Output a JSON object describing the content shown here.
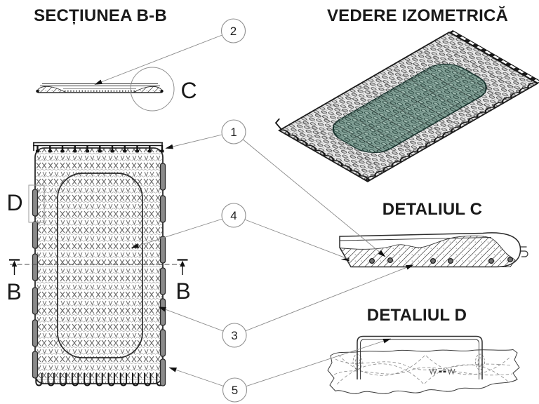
{
  "titles": {
    "section": "SECȚIUNEA B-B",
    "isometric": "VEDERE IZOMETRICĂ",
    "detail_c": "DETALIUL C",
    "detail_d": "DETALIUL D"
  },
  "labels": {
    "detail_circle": "C",
    "detail_box": "D",
    "section_mark_left": "B",
    "section_mark_right": "B"
  },
  "balloons": {
    "b1": "1",
    "b2": "2",
    "b3": "3",
    "b4": "4",
    "b5": "5"
  },
  "colors": {
    "line": "#2b2b2b",
    "leader": "#8a8a8a",
    "mesh_fill": "#84a298",
    "mesh_dark": "#16302b",
    "texture_gray": "#6b6b6b",
    "balloon_stroke": "#8f8f8f"
  }
}
